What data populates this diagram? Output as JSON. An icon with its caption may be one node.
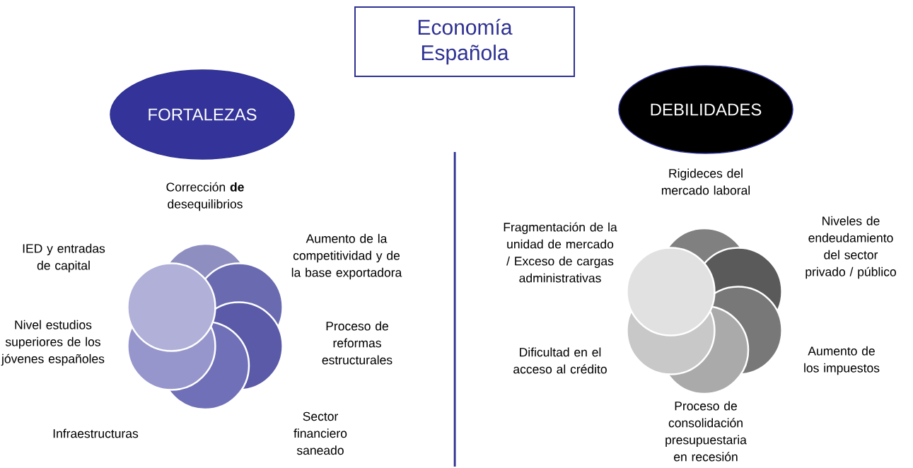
{
  "diagram": {
    "nodes": [
      {
        "text": [
          "Economía Española"
        ]
      },
      {
        "text": [
          "FORTALEZAS"
        ]
      },
      {
        "text": [
          "DEBILIDADES"
        ]
      }
    ],
    "labels": [
      "Corrección **de** desequilibrios",
      "Aumento de la competitividad y de la base exportadora",
      "IED y entradas de capital",
      "Nivel estudios superiores de los jóvenes españoles",
      "Proceso de reformas estructurales",
      "Infraestructuras",
      "Sector financiero saneado",
      "Rigideces del mercado laboral",
      "Fragmentación de la unidad de mercado / Exceso de cargas administrativas",
      "Niveles de endeudamiento del sector privado / público",
      "Dificultad en el acceso al crédito",
      "Aumento de los impuestos",
      "Proceso de consolidación presupuestaria en recesión"
    ]
  }
}
